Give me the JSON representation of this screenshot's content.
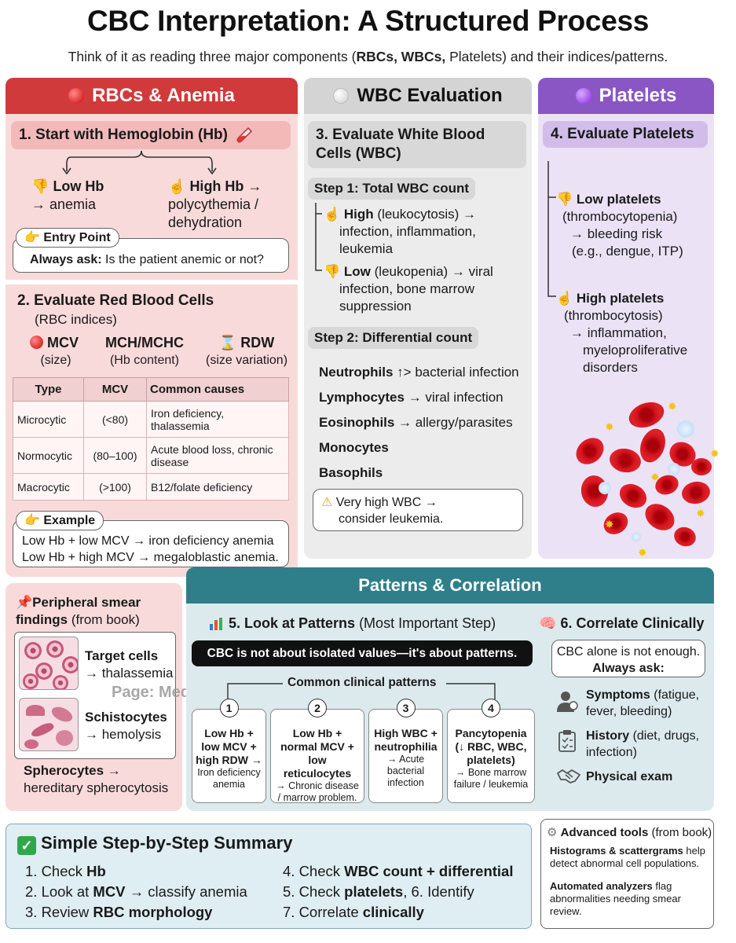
{
  "header": {
    "title": "CBC Interpretation: A Structured Process",
    "subtitle_pre": "Think of it as reading three major components (",
    "subtitle_b1": "RBCs, WBCs,",
    "subtitle_post": " Platelets) and their indices/patterns."
  },
  "rbc": {
    "title": "RBCs & Anemia",
    "step1": "1. Start with Hemoglobin (Hb)",
    "low_hb": "Low Hb",
    "low_hb_result": "→ anemia",
    "high_hb": "High Hb →",
    "high_hb_result1": "polycythemia /",
    "high_hb_result2": "dehydration",
    "entry_label": "Entry Point",
    "entry_ask_b": "Always ask:",
    "entry_ask": " Is the patient anemic or not?",
    "step2": "2. Evaluate Red Blood Cells",
    "step2_sub": "(RBC indices)",
    "mcv": "MCV",
    "mcv_sub": "(size)",
    "mch": "MCH/MCHC",
    "mch_sub": "(Hb content)",
    "rdw": "RDW",
    "rdw_sub": "(size variation)",
    "table": {
      "headers": [
        "Type",
        "MCV",
        "Common causes"
      ],
      "rows": [
        [
          "Microcytic",
          "(<80)",
          "Iron deficiency, thalassemia"
        ],
        [
          "Normocytic",
          "(80–100)",
          "Acute blood loss, chronic disease"
        ],
        [
          "Macrocytic",
          "(>100)",
          "B12/folate deficiency"
        ]
      ]
    },
    "example_label": "Example",
    "example1": "Low Hb + low MCV → iron deficiency anemia",
    "example2": "Low Hb + high MCV → megaloblastic anemia."
  },
  "wbc": {
    "title": "WBC Evaluation",
    "step3_1": "3. Evaluate White Blood",
    "step3_2": "Cells (WBC)",
    "s1": "Step 1: Total WBC count",
    "high_b": "High",
    "high_txt": " (leukocytosis) →",
    "high_txt2": "infection, inflammation,",
    "high_txt3": "leukemia",
    "low_b": "Low",
    "low_txt": " (leukopenia) → viral",
    "low_txt2": "infection, bone marrow",
    "low_txt3": "suppression",
    "s2": "Step 2: Differential count",
    "diff": [
      {
        "b": "Neutrophils",
        "t": " ↑> bacterial infection"
      },
      {
        "b": "Lymphocytes",
        "t": " → viral infection"
      },
      {
        "b": "Eosinophils",
        "t": " → allergy/parasites"
      },
      {
        "b": "Monocytes",
        "t": ""
      },
      {
        "b": "Basophils",
        "t": ""
      }
    ],
    "warn1": "Very high WBC →",
    "warn2": "consider leukemia."
  },
  "plt": {
    "title": "Platelets",
    "step4": "4. Evaluate Platelets",
    "low_b": "Low platelets",
    "low1": "(thrombocytopenia)",
    "low2": "→ bleeding risk",
    "low3": "(e.g., dengue, ITP)",
    "high_b": "High platelets",
    "high1": "(thrombocytosis)",
    "high2": "→ inflammation,",
    "high3": "myeloproliferative",
    "high4": "disorders"
  },
  "smear": {
    "title_b1": "Peripheral smear",
    "title_b2": "findings",
    "title_rest": " (from book)",
    "target_b": "Target cells",
    "target_t": "→ thalassemia",
    "schisto_b": "Schistocytes",
    "schisto_t": "→ hemolysis",
    "sphero_b": "Spherocytes →",
    "sphero_t": "hereditary spherocytosis",
    "watermark": "Page: MedG"
  },
  "patterns": {
    "title": "Patterns & Correlation",
    "step5_b": "5. Look at Patterns",
    "step5_t": " (Most Important Step)",
    "banner": "CBC is not about isolated values—it's about patterns.",
    "common": "Common clinical patterns",
    "items": [
      {
        "n": "1",
        "h": "Low Hb + low MCV + high RDW →",
        "t": "Iron deficiency anemia"
      },
      {
        "n": "2",
        "h": "Low Hb + normal MCV + low reticulocytes",
        "t": "→ Chronic disease / marrow problem."
      },
      {
        "n": "3",
        "h": "High WBC + neutrophilia",
        "t": "→ Acute bacterial infection"
      },
      {
        "n": "4",
        "h": "Pancytopenia (↓ RBC, WBC, platelets)",
        "t": "→ Bone marrow failure / leukemia"
      }
    ],
    "step6": "6. Correlate Clinically",
    "alone1": "CBC alone is not enough.",
    "alone2": "Always ask:",
    "sym_b": "Symptoms",
    "sym_t": " (fatigue,",
    "sym_t2": "fever, bleeding)",
    "hist_b": "History",
    "hist_t": " (diet, drugs,",
    "hist_t2": "infection)",
    "exam_b": "Physical exam"
  },
  "summary": {
    "title": "Simple Step-by-Step Summary",
    "l1_t": "1. Check ",
    "l1_b": "Hb",
    "l2_t": "2. Look at ",
    "l2_b": "MCV",
    "l2_t2": " → classify anemia",
    "l3_t": "3. Review ",
    "l3_b": "RBC morphology",
    "r1_t": "4. Check ",
    "r1_b": "WBC count + differential",
    "r2_t": "5. Check ",
    "r2_b": "platelets",
    "r2_t2": ", 6. Identify",
    "r3_t": "7. Correlate ",
    "r3_b": "clinically"
  },
  "advanced": {
    "title_b": "Advanced tools",
    "title_t": " (from book)",
    "p1_b": "Histograms & scattergrams",
    "p1_t": " help detect abnormal cell populations.",
    "p2_b": "Automated analyzers",
    "p2_t": " flag abnormalities needing smear review."
  }
}
